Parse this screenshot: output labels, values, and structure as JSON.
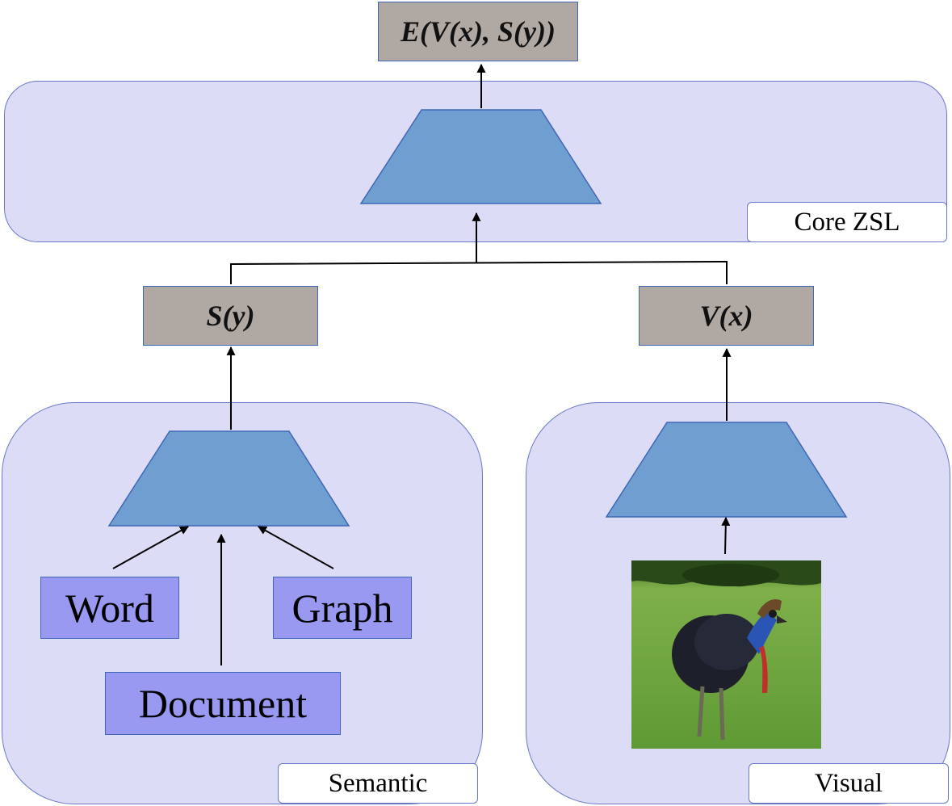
{
  "output": {
    "label": "E(V(x), S(y))"
  },
  "core": {
    "tag": "Core ZSL"
  },
  "semantic_embedding": {
    "label": "S(y)"
  },
  "visual_embedding": {
    "label": "V(x)"
  },
  "semantic": {
    "tag": "Semantic",
    "sources": {
      "word": "Word",
      "graph": "Graph",
      "document": "Document"
    }
  },
  "visual": {
    "tag": "Visual"
  },
  "colors": {
    "region_fill": "#dcdcf7",
    "region_border": "#6a78c8",
    "trapezoid": "#6f9fd0",
    "embedding_box": "#b0a8a3",
    "source_box": "#9999f2"
  }
}
